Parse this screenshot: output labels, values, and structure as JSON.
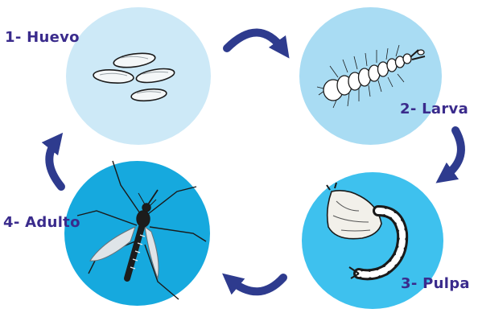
{
  "stages": [
    {
      "key": "egg",
      "label": "1- Huevo",
      "circle_color": "#cde9f7",
      "icon": "eggs-icon"
    },
    {
      "key": "larva",
      "label": "2- Larva",
      "circle_color": "#a9dcf3",
      "icon": "larva-icon"
    },
    {
      "key": "pupa",
      "label": "3- Pulpa",
      "circle_color": "#3ec1ee",
      "icon": "pupa-icon"
    },
    {
      "key": "adult",
      "label": "4- Adulto",
      "circle_color": "#16a9de",
      "icon": "mosquito-icon"
    }
  ],
  "colors": {
    "arrow": "#2e3b8e",
    "label": "#3a2b8c"
  },
  "arrows": [
    "arrow-egg-to-larva",
    "arrow-larva-to-pupa",
    "arrow-pupa-to-adult",
    "arrow-adult-to-egg"
  ]
}
